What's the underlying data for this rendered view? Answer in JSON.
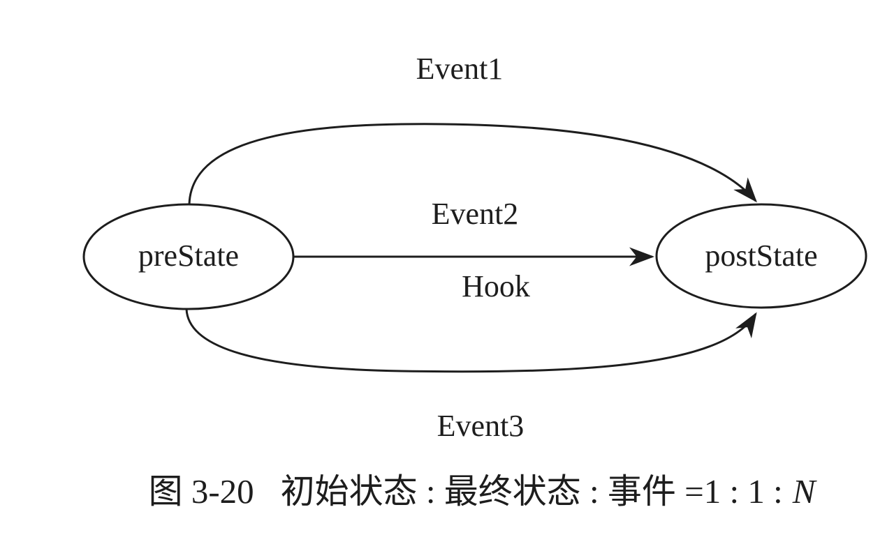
{
  "diagram": {
    "nodes": {
      "pre_state": {
        "label": "preState"
      },
      "post_state": {
        "label": "postState"
      }
    },
    "transitions": {
      "top": {
        "label": "Event1"
      },
      "middle": {
        "label_above": "Event2",
        "label_below": "Hook"
      },
      "bottom": {
        "label": "Event3"
      }
    },
    "colors": {
      "stroke": "#1d1d1d",
      "background": "#ffffff"
    }
  },
  "caption": {
    "figure_label": "图 3-20",
    "text": "初始状态 : 最终状态 : 事件 =1 : 1 :",
    "variable": "N"
  }
}
